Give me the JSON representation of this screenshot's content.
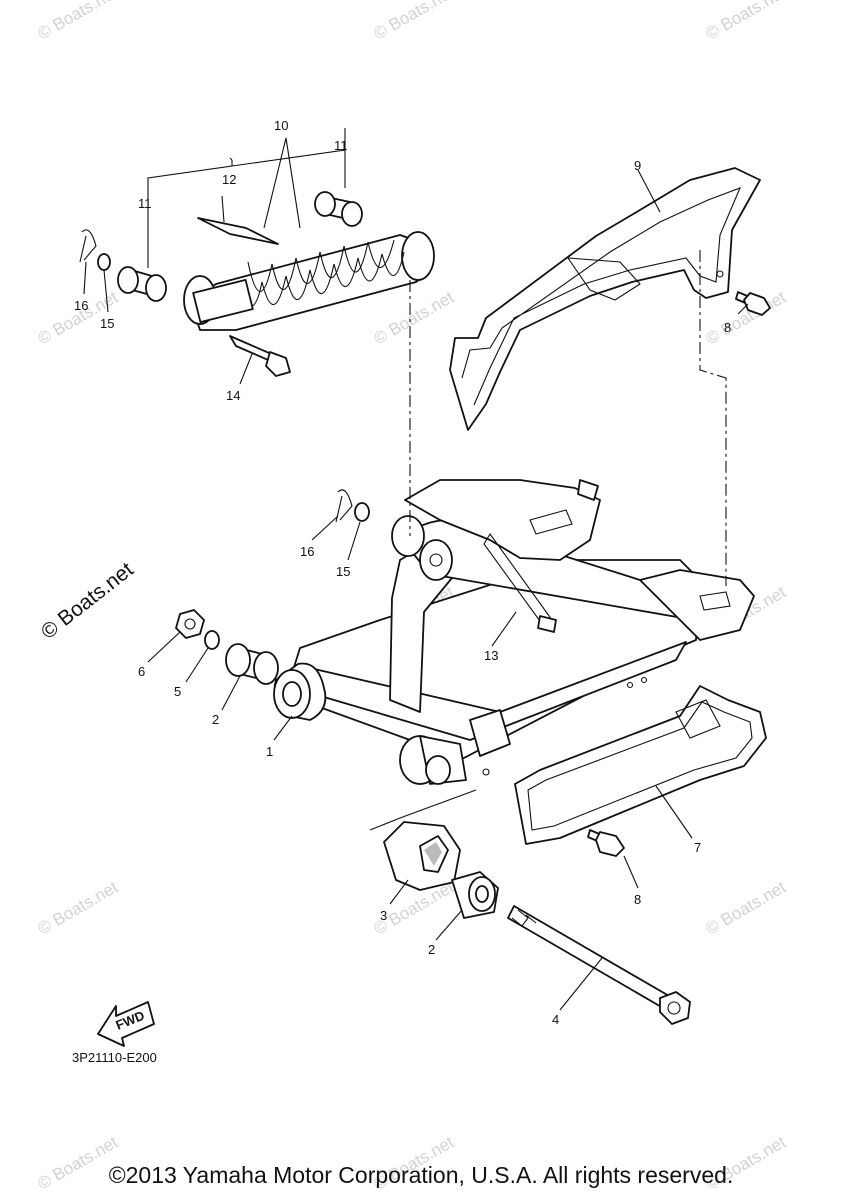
{
  "watermark": {
    "text": "© Boats.net",
    "large_text": "© Boats.net"
  },
  "diagram": {
    "code": "3P21110-E200",
    "fwd_label": "FWD",
    "callouts": {
      "c1": "1",
      "c2a": "2",
      "c2b": "2",
      "c3": "3",
      "c4": "4",
      "c5": "5",
      "c6": "6",
      "c7": "7",
      "c8a": "8",
      "c8b": "8",
      "c9": "9",
      "c10": "10",
      "c11a": "11",
      "c11b": "11",
      "c12": "12",
      "c13": "13",
      "c14": "14",
      "c15a": "15",
      "c15b": "15",
      "c16a": "16",
      "c16b": "16"
    }
  },
  "footer": {
    "copyright": "©2013 Yamaha Motor Corporation, U.S.A. All rights reserved."
  }
}
